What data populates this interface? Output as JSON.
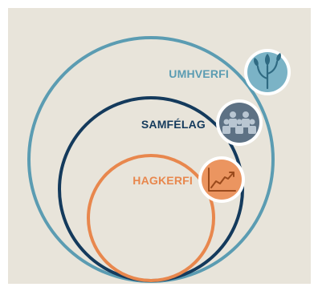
{
  "diagram": {
    "background": "#e8e4da",
    "levels": [
      {
        "id": "environment",
        "label": "UMHVERFI",
        "color": "#5b9cb2",
        "icon": "plant-icon"
      },
      {
        "id": "society",
        "label": "SAMFÉLAG",
        "color": "#143a5c",
        "icon": "people-icon"
      },
      {
        "id": "economy",
        "label": "HAGKERFI",
        "color": "#e8874d",
        "icon": "growth-chart-icon"
      }
    ]
  }
}
